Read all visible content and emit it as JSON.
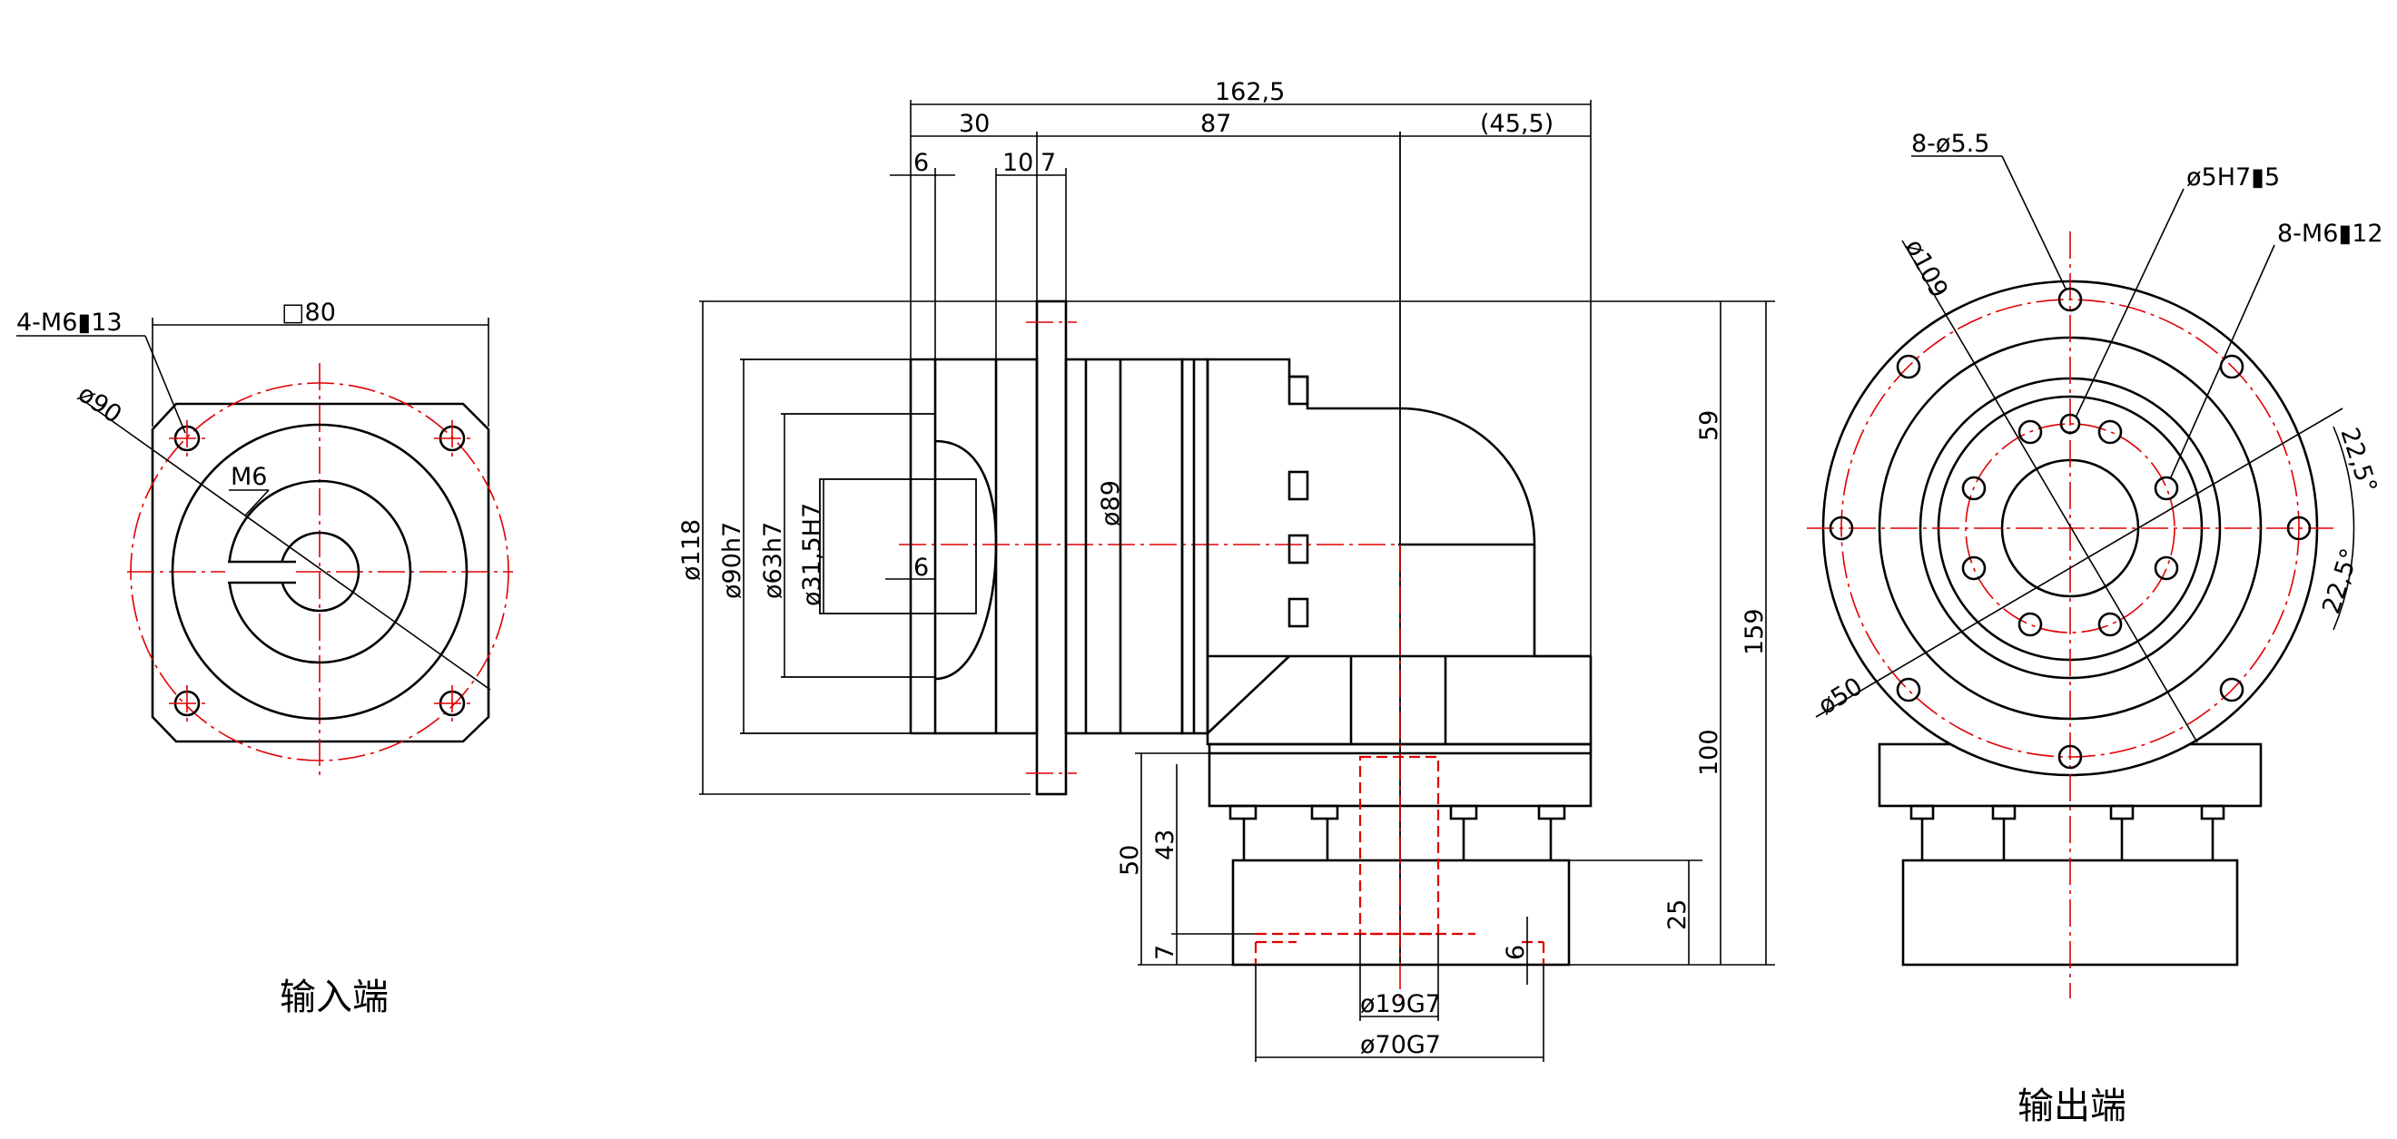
{
  "views": {
    "input_end": {
      "caption": "输入端",
      "labels": {
        "holes": "4-M6▮13",
        "pcd": "ø90",
        "square": "□80",
        "thread": "M6"
      }
    },
    "side": {
      "dims_top": {
        "overall": "162,5",
        "d30": "30",
        "d87": "87",
        "d45": "(45,5)",
        "d6": "6",
        "d10": "10",
        "d7": "7"
      },
      "diameters": {
        "d118": "ø118",
        "d90": "ø90h7",
        "d63": "ø63h7",
        "d31": "ø31,5H7",
        "d89": "ø89",
        "d6in": "6"
      },
      "dims_right": {
        "d59": "59",
        "d159": "159",
        "d100": "100",
        "d25": "25"
      },
      "dims_left": {
        "d50": "50",
        "d43": "43",
        "d7": "7"
      },
      "output": {
        "d19": "ø19G7",
        "d70": "ø70G7",
        "d6key": "6"
      }
    },
    "output_end": {
      "caption": "输出端",
      "labels": {
        "holes8": "8-ø5.5",
        "pin": "ø5H7▮5",
        "tap": "8-M6▮12",
        "pcd109": "ø109",
        "pcd50": "ø50",
        "ang1": "22,5°",
        "ang2": "22,5°"
      }
    }
  }
}
